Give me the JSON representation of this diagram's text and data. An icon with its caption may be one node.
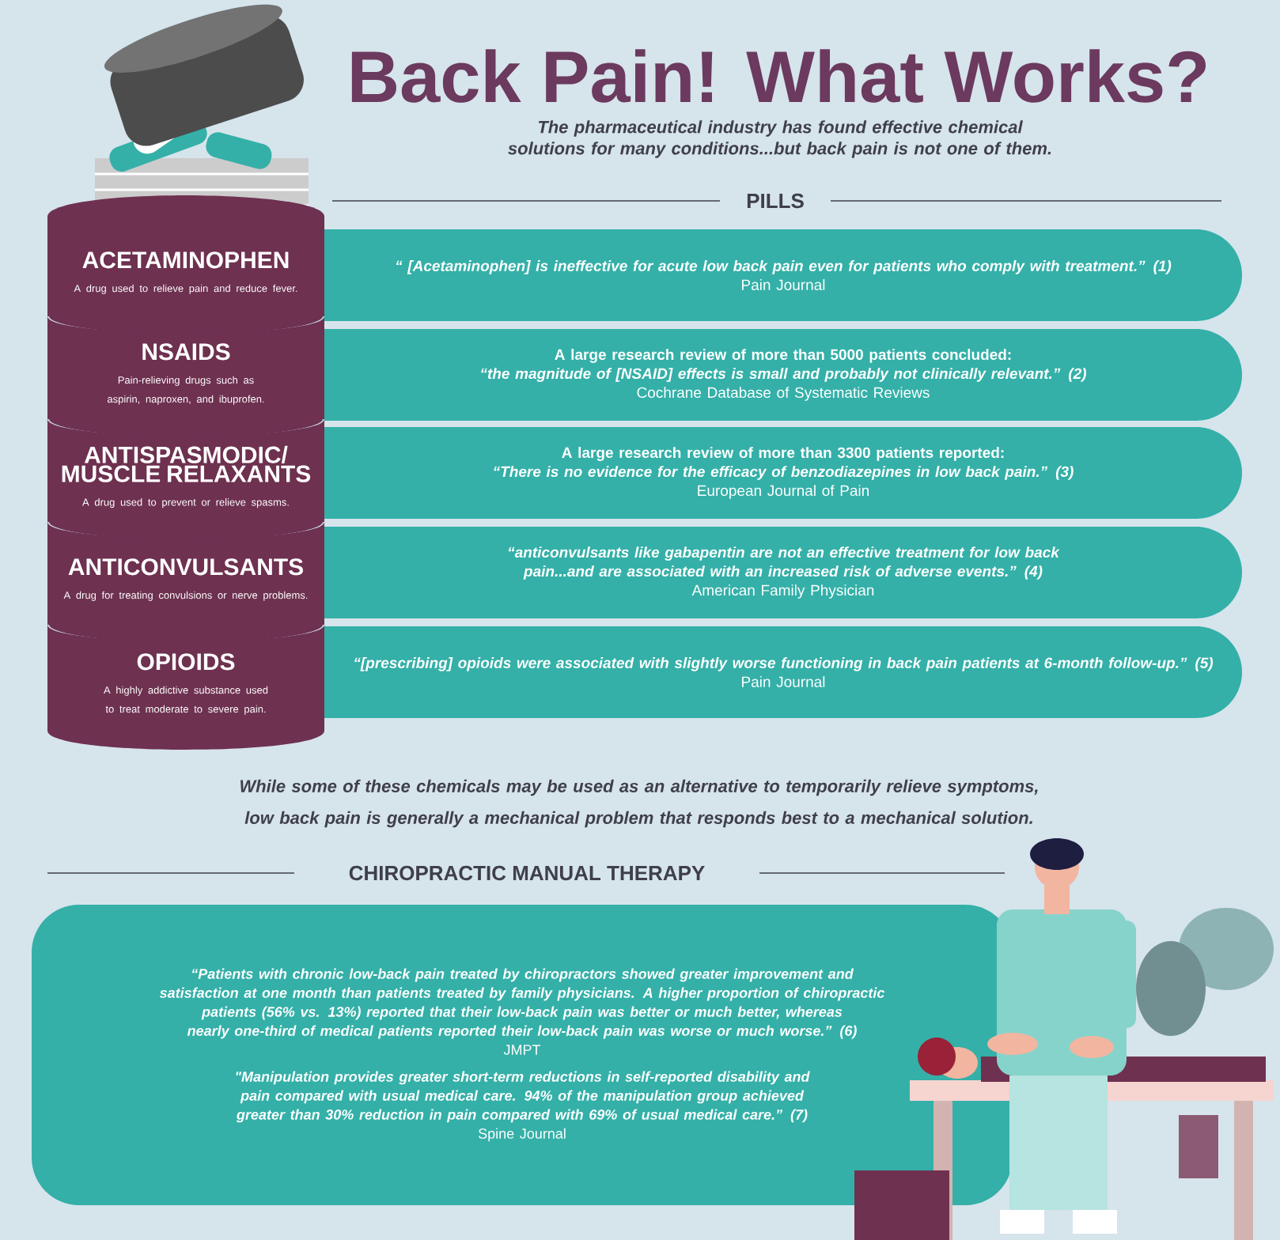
{
  "diagram": {
    "title": "Back Pain! What Works?",
    "nodes": [
      {
        "text": [
          "ACETAMINOPHEN",
          "A drug used to relieve pain and reduce fever."
        ]
      },
      {
        "text": [
          "“ [Acetaminophen] is ineffective for acute low back pain even for patients who comply with treatment.” (1)",
          "Pain Journal"
        ]
      },
      {
        "text": [
          "NSAIDS",
          "Pain-relieving drugs such as aspirin, naproxen, and ibuprofen."
        ]
      },
      {
        "text": [
          "A large research review of more than 5000 patients concluded:",
          "“the magnitude of [NSAID] effects is small and probably not clinically relevant.” (2)",
          "Cochrane Database of Systematic Reviews"
        ]
      },
      {
        "text": [
          "ANTISPASMODIC/ MUSCLE RELAXANTS",
          "A drug used to prevent or relieve spasms."
        ]
      },
      {
        "text": [
          "A large research review of more than 3300 patients reported:",
          "“There is no evidence for the efficacy of benzodiazepines in low back pain.” (3)",
          "European Journal of Pain"
        ]
      },
      {
        "text": [
          "ANTICONVULSANTS",
          "A drug for treating convulsions or nerve problems."
        ]
      },
      {
        "text": [
          "“anticonvulsants like gabapentin are not an effective treatment for low back pain...and are associated with an increased risk of adverse events.” (4)",
          "American Family Physician"
        ]
      },
      {
        "text": [
          "OPIOIDS",
          "A highly addictive substance used to treat moderate to severe pain."
        ]
      },
      {
        "text": [
          "“[prescribing] opioids were associated with slightly worse functioning in back pain patients at 6-month follow-up.” (5)",
          "Pain Journal"
        ]
      },
      {
        "text": [
          "“Patients with chronic low-back pain treated by chiropractors showed greater improvement and satisfaction at one month than patients treated by family physicians. A higher proportion of chiropractic patients (56% vs. 13%) reported that their low-back pain was better or much better, whereas nearly one-third of medical patients reported their low-back pain was worse or much worse.” (6)",
          "JMPT",
          "\"Manipulation provides greater short-term reductions in self-reported disability and pain compared with usual medical care. 94% of the manipulation group achieved greater than 30% reduction in pain compared with 69% of usual medical care.” (7)",
          "Spine Journal"
        ]
      }
    ],
    "labels": [
      "The pharmaceutical industry has found effective chemical solutions for many conditions...but back pain is not one of them.",
      "PILLS",
      "While some of these chemicals may be used as an alternative to temporarily relieve symptoms, low back pain is generally a mechanical problem that responds best to a mechanical solution.",
      "CHIROPRACTIC MANUAL THERAPY"
    ]
  }
}
